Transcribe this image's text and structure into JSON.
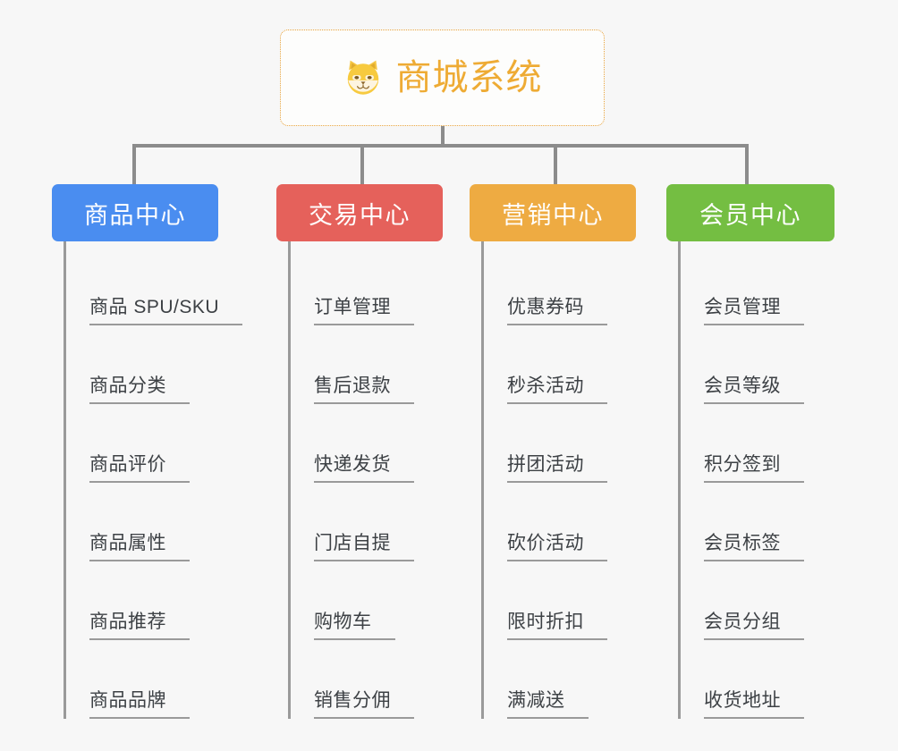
{
  "canvas": {
    "background_color": "#f7f7f7",
    "connector_color": "#8c8c8c",
    "leaf_line_color": "#9a9a9a",
    "leaf_text_color": "#3d4145"
  },
  "root": {
    "title": "商城系统",
    "icon": "shiba-dog-icon",
    "text_color": "#eeab34",
    "border_color": "#e8a33d",
    "background_color": "#fdfdfc"
  },
  "columns": [
    {
      "category": "商品中心",
      "color": "#4a8df0",
      "items": [
        "商品 SPU/SKU",
        "商品分类",
        "商品评价",
        "商品属性",
        "商品推荐",
        "商品品牌"
      ]
    },
    {
      "category": "交易中心",
      "color": "#e5615b",
      "items": [
        "订单管理",
        "售后退款",
        "快递发货",
        "门店自提",
        "购物车",
        "销售分佣"
      ]
    },
    {
      "category": "营销中心",
      "color": "#eeab42",
      "items": [
        "优惠券码",
        "秒杀活动",
        "拼团活动",
        "砍价活动",
        "限时折扣",
        "满减送"
      ]
    },
    {
      "category": "会员中心",
      "color": "#74be42",
      "items": [
        "会员管理",
        "会员等级",
        "积分签到",
        "会员标签",
        "会员分组",
        "收货地址"
      ]
    }
  ]
}
